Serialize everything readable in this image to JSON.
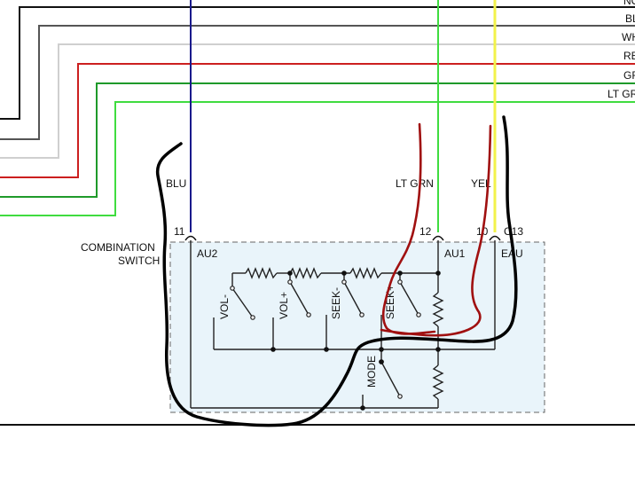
{
  "wire_labels_right": [
    "NO",
    "BL",
    "WH",
    "RE",
    "GR",
    "LT GR"
  ],
  "wire_labels_top": {
    "blu": "BLU",
    "lt_grn": "LT GRN",
    "yel": "YEL"
  },
  "pins": {
    "p11": "11",
    "p12": "12",
    "p10": "10",
    "c13": "C13"
  },
  "terminals": {
    "au2": "AU2",
    "au1": "AU1",
    "eau": "EAU"
  },
  "component": {
    "line1": "COMBINATION",
    "line2": "SWITCH"
  },
  "switches": {
    "vol_minus": "VOL-",
    "vol_plus": "VOL+",
    "seek_minus": "SEEK-",
    "seek_plus": "SEEK+",
    "mode": "MODE"
  },
  "colors": {
    "black_wire": "#111111",
    "gray_wire": "#555555",
    "white_wire": "#cfcfcf",
    "red_wire": "#cc1f1f",
    "green_wire": "#1f9a2a",
    "lt_green_wire": "#3fdc3f",
    "blue_wire": "#1a1a8c",
    "yellow_wire": "#f2f24a",
    "switch_box_fill": "#e9f4fa",
    "markup_red": "#a01010",
    "markup_black": "#000000"
  }
}
